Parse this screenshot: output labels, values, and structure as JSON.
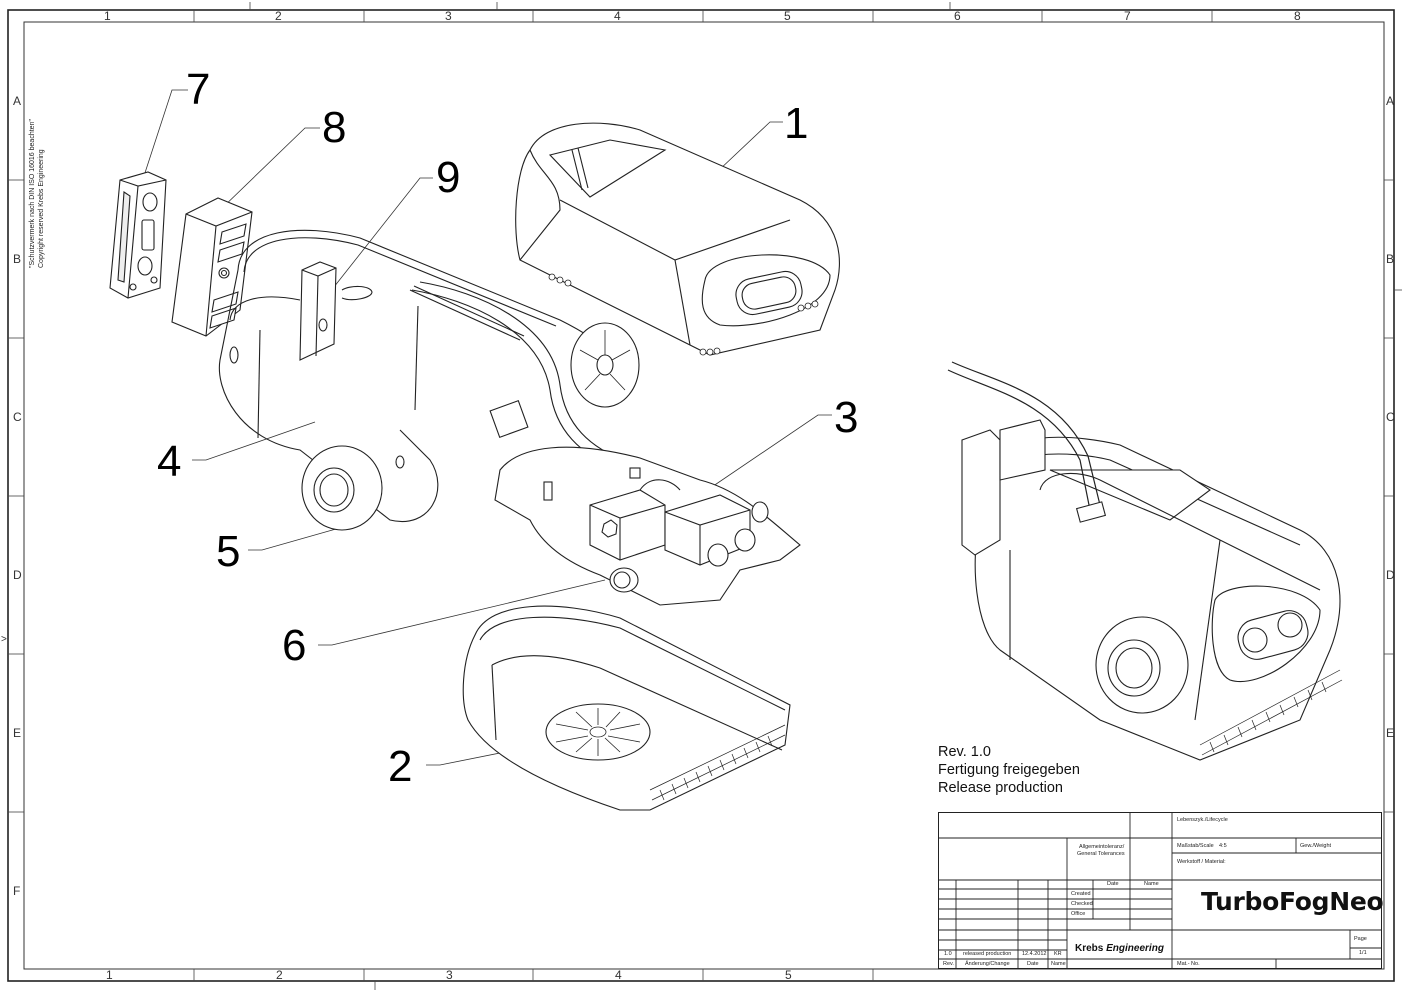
{
  "drawing": {
    "product_name": "TurboFogNeo",
    "company": {
      "name_bold": "Krebs",
      "name_italic": "Engineering"
    },
    "copyright_lines": [
      "\"Schutzvermerk nach DIN ISO 16016 beachten\"",
      "Copyright reserved Krebs Engineering"
    ],
    "revision_note": [
      "Rev. 1.0",
      "Fertigung freigegeben",
      "Release production"
    ],
    "column_zones": [
      "1",
      "2",
      "3",
      "4",
      "5",
      "6",
      "7",
      "8"
    ],
    "bottom_column_zones": [
      "1",
      "2",
      "3",
      "4",
      "5"
    ],
    "row_zones": [
      "A",
      "B",
      "C",
      "D",
      "E",
      "F"
    ],
    "side_mark": ">",
    "balloons": [
      "1",
      "2",
      "3",
      "4",
      "5",
      "6",
      "7",
      "8",
      "9"
    ]
  },
  "title_block": {
    "lifecycle_label": "Lebenszyk./Lifecycle",
    "general_tolerances_label": [
      "Allgemeintoleranz/",
      "General Tolerances"
    ],
    "scale_label": "Maßstab/Scale",
    "scale_value": "4:5",
    "weight_label": "Gew./Weight",
    "material_label": "Werkstoff / Material:",
    "date_header": "Date",
    "name_header": "Name",
    "created_label": "Created",
    "checked_label": "Checked",
    "office_label": "Office",
    "page_label": "Page",
    "page_value": "1/1",
    "mat_no_label": "Mat.- No.",
    "revision_row": {
      "rev": "1.0",
      "change": "released production",
      "date": "12.4.2012",
      "name": "KR"
    },
    "revision_headers": {
      "rev": "Rev.",
      "change": "Änderung/Change",
      "date": "Date",
      "name": "Name"
    }
  }
}
